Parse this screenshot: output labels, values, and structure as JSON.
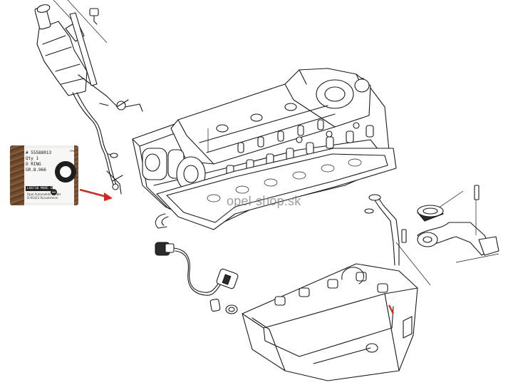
{
  "watermark": {
    "text": "opel-shop.sk"
  },
  "label": {
    "part_number": "# 55588013",
    "qty": "Qty 1",
    "description": "O RING",
    "group": "GR.8.966",
    "origin": "L66710 MADE IN",
    "manufacturer": "Opel Automobile GmbH",
    "address": "D-65423 Rüsselsheim",
    "corner_tag": "FRK"
  },
  "colors": {
    "callout_arrow": "#d9261c",
    "highlight_marker": "#d9261c",
    "line_art": "#1a1a1a"
  },
  "icons": {
    "brand_logo": "opel-logo-icon",
    "part_photo": "oring-icon"
  }
}
